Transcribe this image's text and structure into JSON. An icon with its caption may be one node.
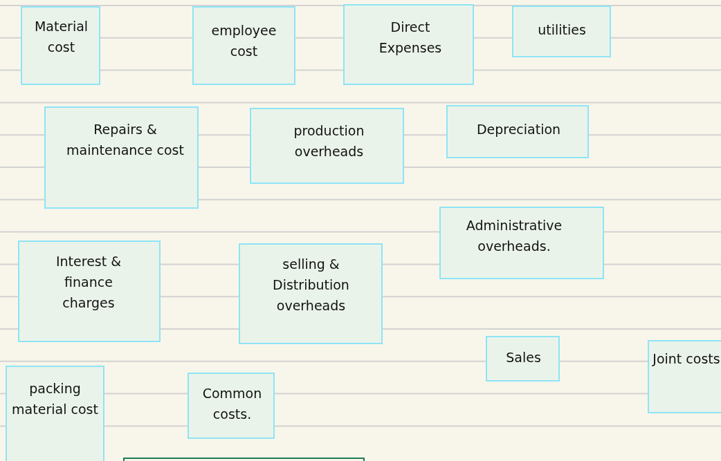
{
  "diagram": {
    "nodes": [
      {
        "text": [
          "Material cost"
        ]
      },
      {
        "text": [
          "employee cost"
        ]
      },
      {
        "text": [
          "Direct Expenses"
        ]
      },
      {
        "text": [
          "utilities"
        ]
      },
      {
        "text": [
          "Repairs & maintenance cost"
        ]
      },
      {
        "text": [
          "production overheads"
        ]
      },
      {
        "text": [
          "Depreciation"
        ]
      },
      {
        "text": [
          "Administrative overheads."
        ]
      },
      {
        "text": [
          "Interest & finance charges"
        ]
      },
      {
        "text": [
          "selling & Distribution overheads"
        ]
      },
      {
        "text": [
          "Sales"
        ]
      },
      {
        "text": [
          "Joint costs"
        ]
      },
      {
        "text": [
          "packing material cost"
        ]
      },
      {
        "text": [
          "Common costs."
        ]
      },
      {
        "text": [],
        "shape": "box"
      }
    ]
  }
}
